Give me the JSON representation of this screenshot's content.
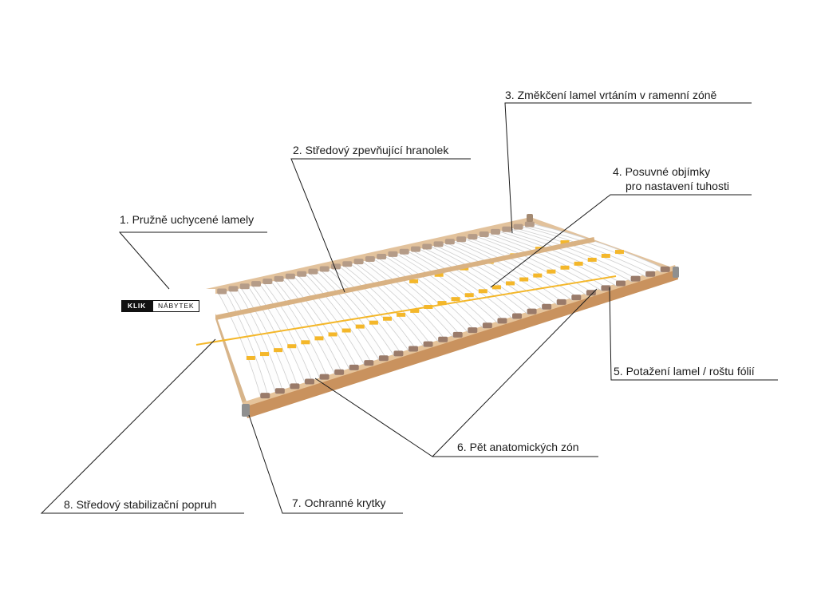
{
  "labels": {
    "l1": "1. Pružně uchycené lamely",
    "l2": "2. Středový zpevňující hranolek",
    "l3": "3. Změkčení lamel vrtáním v ramenní zóně",
    "l4a": "4. Posuvné objímky",
    "l4b": "pro nastavení tuhosti",
    "l5": "5. Potažení lamel / roštu fólií",
    "l6": "6. Pět anatomických zón",
    "l7": "7. Ochranné krytky",
    "l8": "8. Středový stabilizační  popruh"
  },
  "logo": {
    "left": "KLIK",
    "right": "NÁBYTEK"
  },
  "colors": {
    "frame": "#d8ae82",
    "frame_dark": "#b8855a",
    "slat": "#ffffff",
    "clip": "#f4b72a",
    "cap": "#9a7b6a",
    "line": "#1a1a1a"
  },
  "product": {
    "slat_count": 28
  }
}
